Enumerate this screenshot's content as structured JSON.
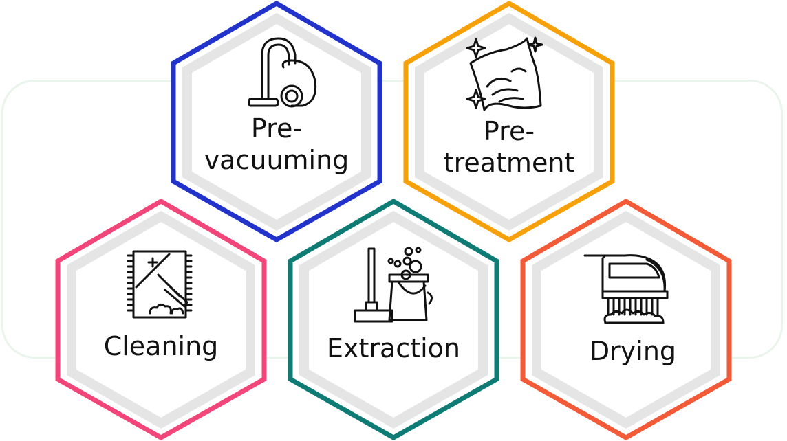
{
  "steps": [
    {
      "id": "pre-vacuuming",
      "line1": "Pre-",
      "line2": "vacuuming",
      "color": "#2233cc",
      "icon": "vacuum-cleaner-icon"
    },
    {
      "id": "pre-treatment",
      "line1": "Pre-",
      "line2": "treatment",
      "color": "#f7a10a",
      "icon": "wiping-hand-icon"
    },
    {
      "id": "cleaning",
      "line1": "Cleaning",
      "color": "#f2457a",
      "icon": "squeegee-window-icon"
    },
    {
      "id": "extraction",
      "line1": "Extraction",
      "color": "#0e7b74",
      "icon": "mop-bucket-icon"
    },
    {
      "id": "drying",
      "line1": "Drying",
      "color": "#f25a38",
      "icon": "steam-iron-icon"
    }
  ],
  "colors": {
    "backdrop": "#e9f4ea",
    "inner_ring": "#e5e5e5",
    "text": "#111111"
  }
}
